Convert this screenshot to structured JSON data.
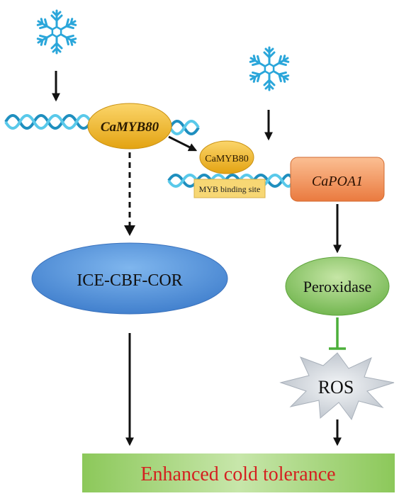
{
  "nodes": {
    "camyb80_gene": "CaMYB80",
    "camyb80_protein": "CaMYB80",
    "myb_site": "MYB binding site",
    "capoa1": "CaPOA1",
    "ice_cbf_cor": "ICE-CBF-COR",
    "peroxidase": "Peroxidase",
    "ros": "ROS",
    "outcome": "Enhanced cold tolerance"
  },
  "icons": {
    "cold_stimulus_left": "snowflake-icon",
    "cold_stimulus_right": "snowflake-icon",
    "dna_left": "dna-helix-icon",
    "dna_right": "dna-helix-icon"
  },
  "colors": {
    "snowflake": "#2aa6da",
    "dna_strand_a": "#1f8fbf",
    "dna_strand_b": "#59c9ea",
    "camyb80": "#f1b320",
    "myb_site_box": "#f7d774",
    "capoa1": "#f08a52",
    "ice_cbf_cor": "#4f8fd8",
    "peroxidase": "#7fc25a",
    "inhibition": "#4caf3a",
    "ros_burst": "#c8ced6",
    "outcome_bar": "#7cbf4a",
    "outcome_text": "#d42020"
  }
}
